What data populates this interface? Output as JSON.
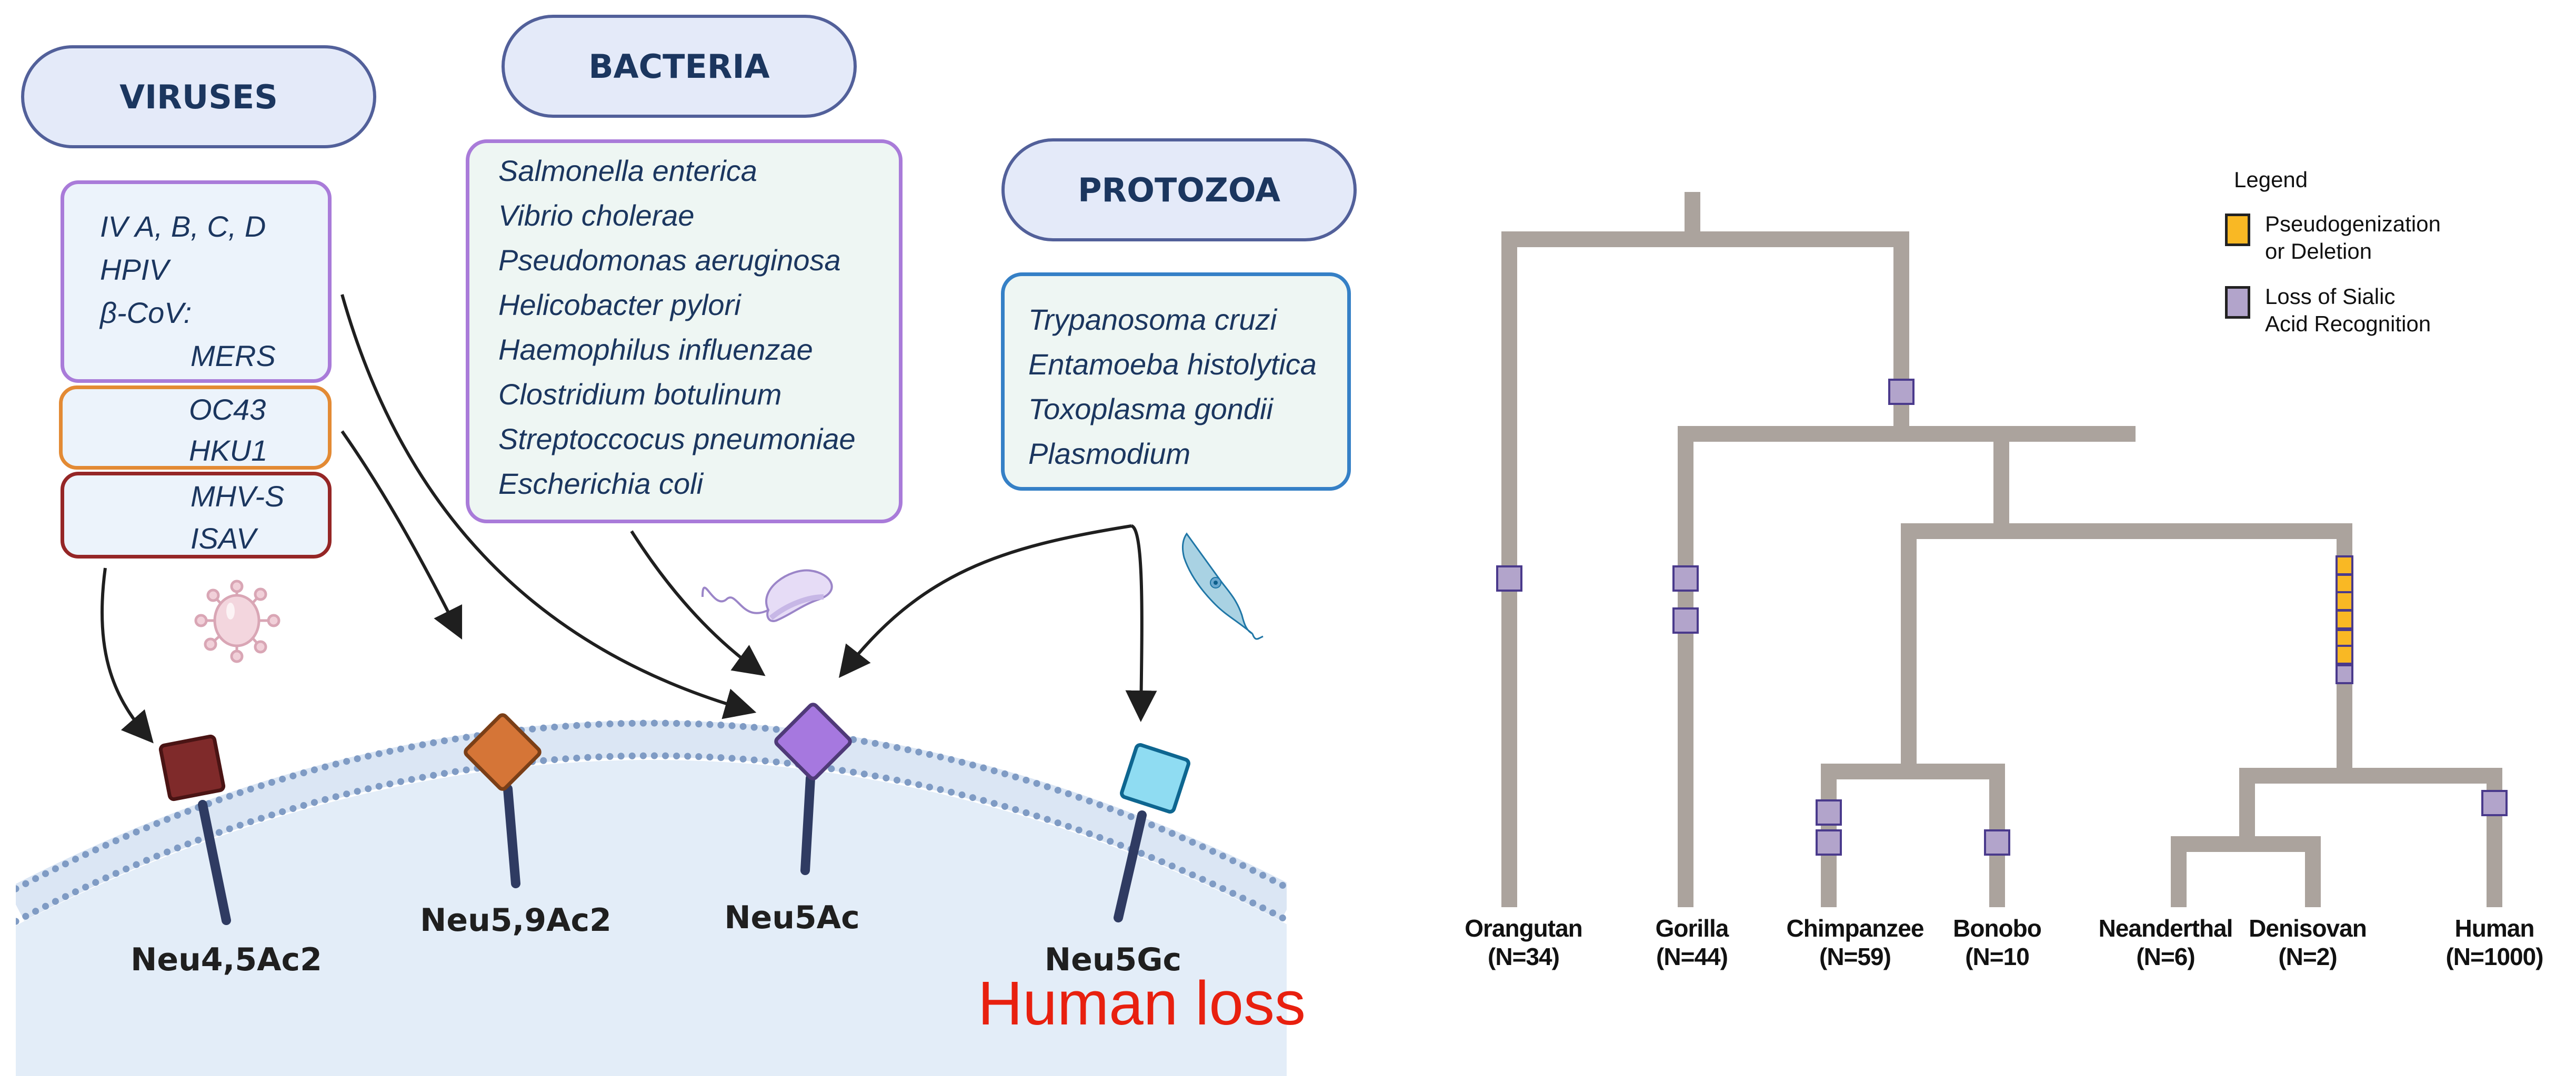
{
  "pathogen_groups": {
    "viruses": {
      "title": "VIRUSES",
      "neu5ac_group": [
        "IV A, B, C, D",
        "HPIV",
        "β-CoV:",
        "MERS"
      ],
      "neu59ac2_group": [
        "OC43",
        "HKU1"
      ],
      "neu45ac2_group": [
        "MHV-S",
        "ISAV"
      ]
    },
    "bacteria": {
      "title": "BACTERIA",
      "items": [
        "Salmonella enterica",
        "Vibrio cholerae",
        "Pseudomonas aeruginosa",
        "Helicobacter pylori",
        "Haemophilus influenzae",
        "Clostridium botulinum",
        "Streptoccocus pneumoniae",
        "Escherichia coli"
      ]
    },
    "protozoa": {
      "title": "PROTOZOA",
      "items": [
        "Trypanosoma cruzi",
        "Entamoeba histolytica",
        "Toxoplasma gondii",
        "Plasmodium"
      ]
    }
  },
  "sialic_acids": [
    {
      "name": "Neu4,5Ac2",
      "color": "#7f2a2a",
      "border": "#4a1414"
    },
    {
      "name": "Neu5,9Ac2",
      "color": "#d57537",
      "border": "#7b3f17"
    },
    {
      "name": "Neu5Ac",
      "color": "#a678df",
      "border": "#4f3a78"
    },
    {
      "name": "Neu5Gc",
      "color": "#8fdcf2",
      "border": "#0e6690"
    }
  ],
  "human_loss_label": "Human loss",
  "colors": {
    "membrane_head": "#7f9bc4",
    "cell_fill": "#e3edf8",
    "tree_branch": "#aba39d",
    "pseudogenization": "#f9b824",
    "loss_recognition": "#b2a4cb",
    "marker_border": "#4a3a8c",
    "human_loss": "#e8200f"
  },
  "legend": {
    "title": "Legend",
    "items": [
      {
        "label_line1": "Pseudogenization",
        "label_line2": "or Deletion",
        "color": "#f9b824"
      },
      {
        "label_line1": "Loss of Sialic",
        "label_line2": "Acid Recognition",
        "color": "#b2a4cb"
      }
    ]
  },
  "tree": {
    "taxa": [
      {
        "name": "Orangutan",
        "n": "(N=34)"
      },
      {
        "name": "Gorilla",
        "n": "(N=44)"
      },
      {
        "name": "Chimpanzee",
        "n": "(N=59)"
      },
      {
        "name": "Bonobo",
        "n": "(N=10"
      },
      {
        "name": "Neanderthal",
        "n": "(N=6)"
      },
      {
        "name": "Denisovan",
        "n": "(N=2)"
      },
      {
        "name": "Human",
        "n": "(N=1000)"
      }
    ],
    "events": [
      {
        "branch": "Orangutan",
        "pseudogenization": 0,
        "loss_of_recognition": 1
      },
      {
        "branch": "Gorilla",
        "pseudogenization": 0,
        "loss_of_recognition": 2
      },
      {
        "branch": "Chimpanzee",
        "pseudogenization": 0,
        "loss_of_recognition": 2
      },
      {
        "branch": "Bonobo",
        "pseudogenization": 0,
        "loss_of_recognition": 1
      },
      {
        "branch": "Human",
        "pseudogenization": 0,
        "loss_of_recognition": 1
      },
      {
        "branch": "African great apes + Homo ancestor",
        "pseudogenization": 0,
        "loss_of_recognition": 1
      },
      {
        "branch": "Homo ancestor",
        "pseudogenization": 6,
        "loss_of_recognition": 1
      }
    ]
  }
}
